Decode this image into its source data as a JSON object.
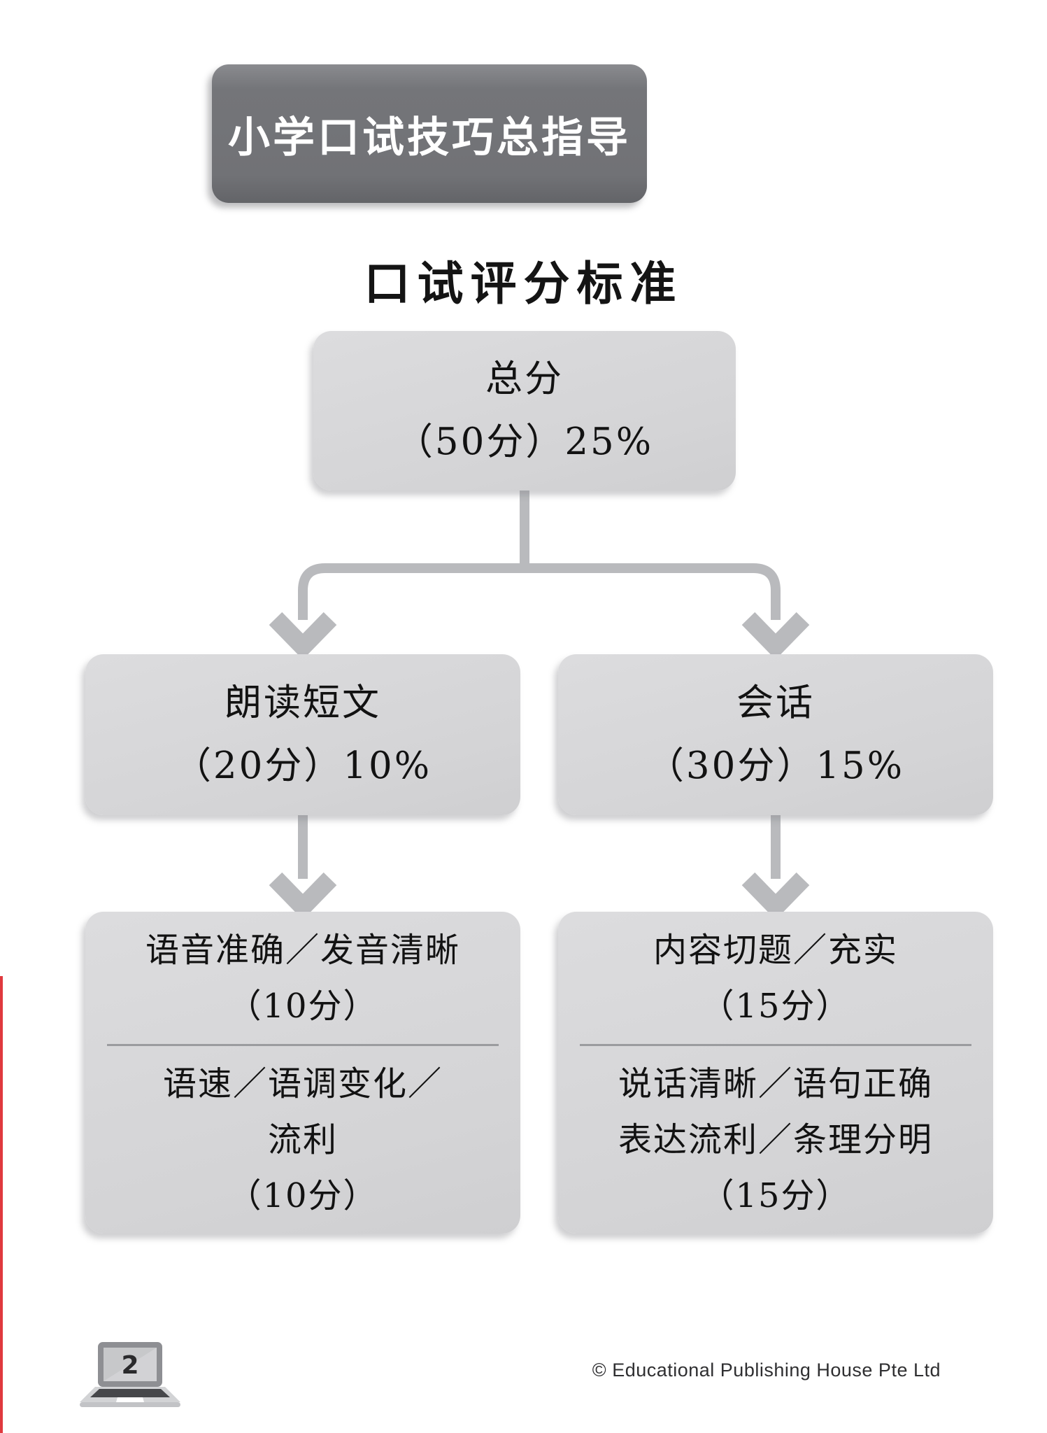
{
  "banner": {
    "title": "小学口试技巧总指导"
  },
  "heading": "口试评分标准",
  "tree": {
    "root": {
      "title": "总分",
      "detail": "（50分）25%"
    },
    "children": [
      {
        "title": "朗读短文",
        "detail": "（20分）10%",
        "criteria": [
          {
            "lines": [
              "语音准确／发音清晰"
            ],
            "score": "（10分）"
          },
          {
            "lines": [
              "语速／语调变化／",
              "流利"
            ],
            "score": "（10分）"
          }
        ]
      },
      {
        "title": "会话",
        "detail": "（30分）15%",
        "criteria": [
          {
            "lines": [
              "内容切题／充实"
            ],
            "score": "（15分）"
          },
          {
            "lines": [
              "说话清晰／语句正确",
              "表达流利／条理分明"
            ],
            "score": "（15分）"
          }
        ]
      }
    ]
  },
  "footer": {
    "page_number": "2",
    "copyright": "© Educational Publishing House Pte Ltd"
  },
  "colors": {
    "banner_bg": "#717276",
    "box_bg": "#d5d5d7",
    "connector": "#b9babd",
    "edge_strip_red": "#e0393e",
    "text": "#121212"
  }
}
